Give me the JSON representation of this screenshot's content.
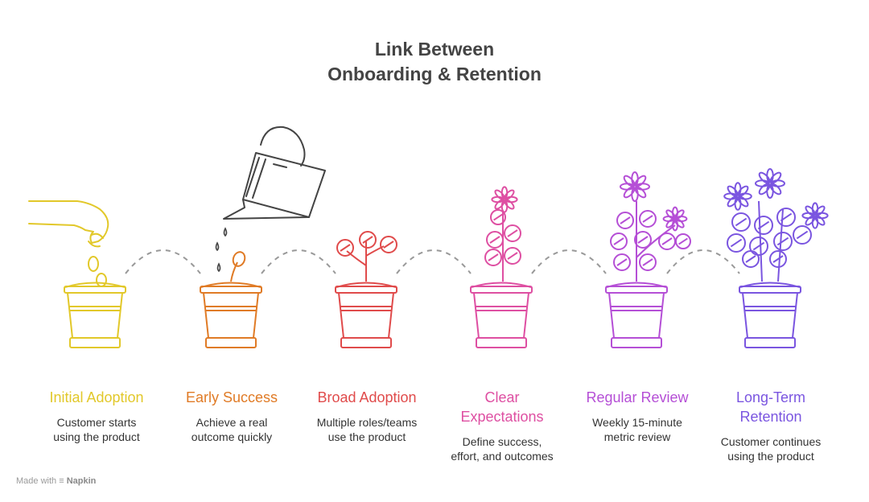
{
  "title": {
    "line1": "Link Between",
    "line2": "Onboarding & Retention"
  },
  "steps": [
    {
      "label": "Initial Adoption",
      "desc1": "Customer starts",
      "desc2": "using the product",
      "color": "#e2c82a",
      "icon": "seed-planting-pot-icon"
    },
    {
      "label": "Early Success",
      "desc1": "Achieve a real",
      "desc2": "outcome quickly",
      "color": "#e07b26",
      "icon": "sprout-pot-icon"
    },
    {
      "label": "Broad Adoption",
      "desc1": "Multiple roles/teams",
      "desc2": "use the product",
      "color": "#e04b4b",
      "icon": "young-plant-pot-icon"
    },
    {
      "label1": "Clear",
      "label2": "Expectations",
      "desc1": "Define success,",
      "desc2": "effort, and outcomes",
      "color": "#de4fa2",
      "icon": "flowering-plant-pot-icon"
    },
    {
      "label": "Regular Review",
      "desc1": "Weekly 15-minute",
      "desc2": "metric review",
      "color": "#b54fd6",
      "icon": "bushy-plant-pot-icon"
    },
    {
      "label1": "Long-Term",
      "label2": "Retention",
      "desc1": "Customer continues",
      "desc2": "using the product",
      "color": "#7a55e0",
      "icon": "mature-plant-pot-icon"
    }
  ],
  "footer": {
    "prefix": "Made with",
    "brand": "Napkin"
  },
  "colors": {
    "title": "#444444",
    "dash": "#999999",
    "can": "#444444"
  }
}
